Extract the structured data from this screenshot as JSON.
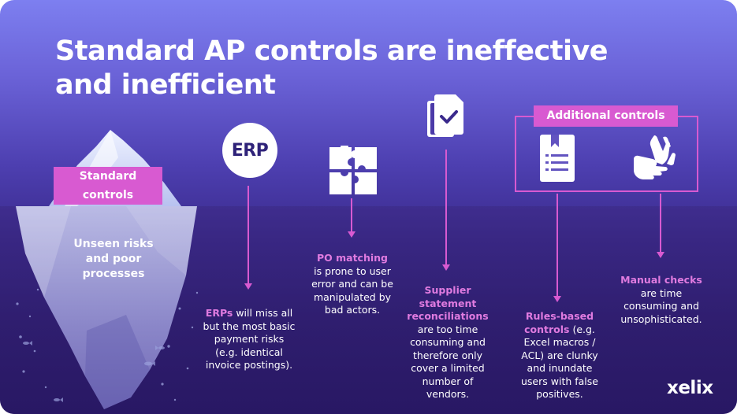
{
  "title": {
    "line1": "Standard AP controls are ineffective",
    "line2": "and inefficient"
  },
  "iceberg": {
    "tag": "Standard controls",
    "underwater_line1": "Unseen risks",
    "underwater_line2": "and poor",
    "underwater_line3": "processes"
  },
  "additional_controls": {
    "tag": "Additional controls"
  },
  "erp": {
    "icon_label": "ERP",
    "highlight": "ERPs",
    "rest": " will miss all but the most basic payment risks (e.g. identical invoice postings)."
  },
  "po_matching": {
    "highlight": "PO matching",
    "rest": "is prone to user error and can be manipulated by bad actors."
  },
  "supplier": {
    "highlight": "Supplier statement reconciliations",
    "rest": "are too time consuming and therefore only cover a limited number of vendors."
  },
  "rules": {
    "highlight": "Rules-based controls",
    "rest": " (e.g. Excel macros / ACL) are clunky and inundate users with false positives."
  },
  "manual": {
    "highlight": "Manual checks",
    "rest": "are time consuming and unsophisticated."
  },
  "logo": "xelix",
  "colors": {
    "accent": "#d85ad1",
    "highlight": "#e07be0",
    "navy": "#2f2379"
  }
}
